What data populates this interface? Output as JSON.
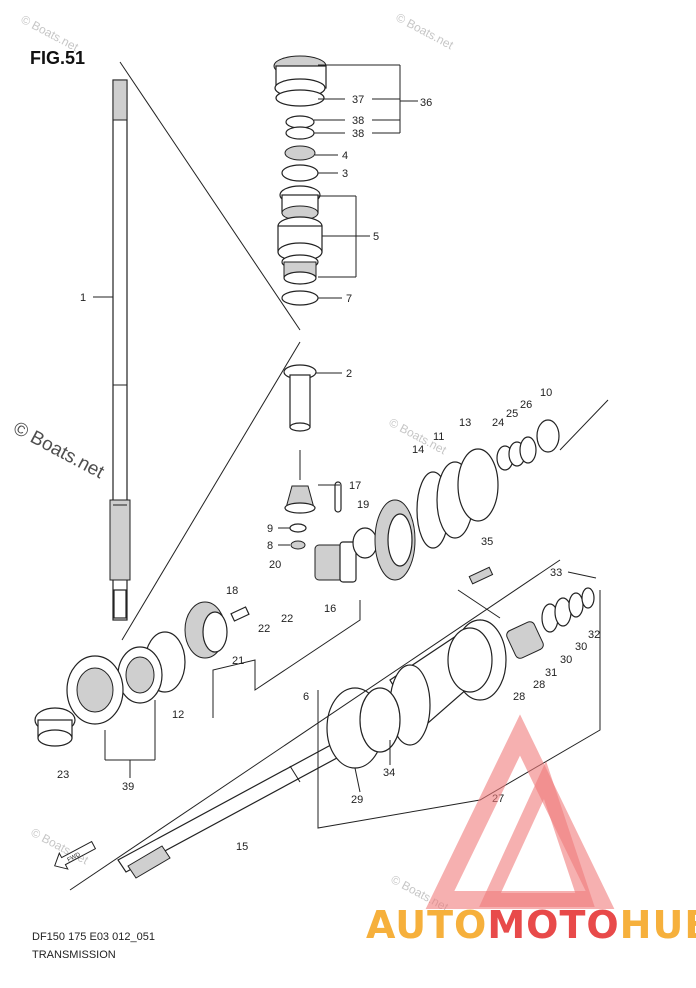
{
  "figure": {
    "title": "FIG.51",
    "model": "DF150 175 E03 012_051",
    "caption": "TRANSMISSION"
  },
  "watermarks": {
    "small": "© Boats.net",
    "large": "© Boats.net"
  },
  "brand": {
    "auto": "AUTO",
    "moto": "MOTO",
    "hub": "HUB",
    "colors": {
      "orange": "#f6b03c",
      "red": "#e84a4a",
      "triangle": "#f07c7c"
    }
  },
  "fwd_label": "FWD",
  "callouts": {
    "c1": "1",
    "c2": "2",
    "c3": "3",
    "c4": "4",
    "c5": "5",
    "c6": "6",
    "c7": "7",
    "c8": "8",
    "c9": "9",
    "c10": "10",
    "c11": "11",
    "c12": "12",
    "c13": "13",
    "c14": "14",
    "c15": "15",
    "c16": "16",
    "c17": "17",
    "c18": "18",
    "c19": "19",
    "c20": "20",
    "c21": "21",
    "c22a": "22",
    "c22b": "22",
    "c23": "23",
    "c24": "24",
    "c25": "25",
    "c26": "26",
    "c27": "27",
    "c28a": "28",
    "c28b": "28",
    "c29": "29",
    "c30a": "30",
    "c30b": "30",
    "c31": "31",
    "c32": "32",
    "c33": "33",
    "c34": "34",
    "c35": "35",
    "c36": "36",
    "c37": "37",
    "c38a": "38",
    "c38b": "38",
    "c39": "39"
  }
}
